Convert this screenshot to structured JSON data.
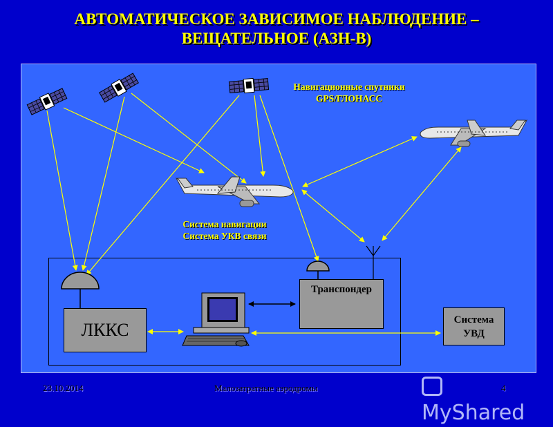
{
  "title_line1": "АВТОМАТИЧЕСКОЕ ЗАВИСИМОЕ НАБЛЮДЕНИЕ –",
  "title_line2": "ВЕЩАТЕЛЬНОЕ (АЗН-В)",
  "satellites_caption_line1": "Навигационные спутники",
  "satellites_caption_line2": "GPS/ГЛОНАСС",
  "aircraft_caption_line1": "Система навигации",
  "aircraft_caption_line2": "Система УКВ связи",
  "lkks_label": "ЛККС",
  "transponder_label": "Транспондер",
  "uvd_line1": "Система",
  "uvd_line2": "УВД",
  "footer_date": "23.10.2014",
  "footer_title": "Малозатратные аэродромы",
  "footer_page": "4",
  "watermark": "MyShared",
  "colors": {
    "background": "#0000cc",
    "panel": "#3366ff",
    "title": "#ffff00",
    "arrows": "#ffff00",
    "boxes": "#999999"
  },
  "icons": [
    "satellite-icon",
    "airplane-icon",
    "antenna-dish-icon",
    "computer-icon",
    "antenna-icon"
  ]
}
